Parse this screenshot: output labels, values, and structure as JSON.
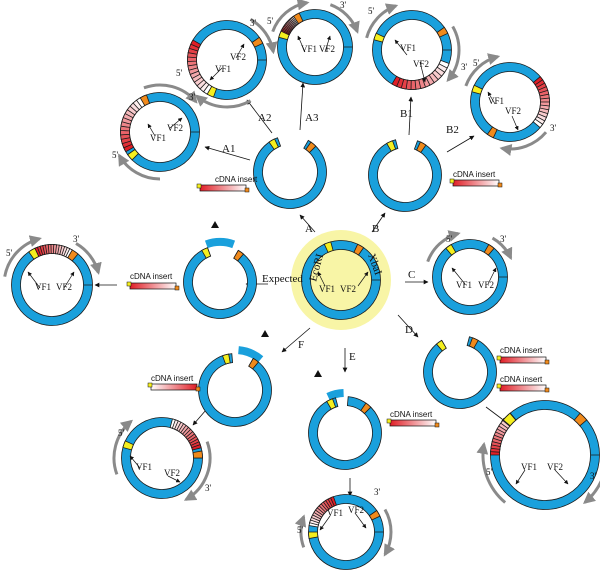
{
  "labels": {
    "vf1": "VF1",
    "vf2": "VF2",
    "five_prime": "5'",
    "three_prime": "3'",
    "cdna_insert": "cDNA insert",
    "ecori": "EcoRI",
    "xbai": "XbaI"
  },
  "branches": {
    "a": "A",
    "a1": "A1",
    "a2": "A2",
    "a3": "A3",
    "b": "B",
    "b1": "B1",
    "b2": "B2",
    "c": "C",
    "d": "D",
    "e": "E",
    "f": "F",
    "expected": "Expected"
  },
  "colors": {
    "plasmid": "#1aa0dc",
    "plasmid_edge": "#1a1a1a",
    "insert_red": "#e01e26",
    "insert_white": "#ffffff",
    "ecori_site": "#f5ef1f",
    "xbai_site": "#f08a1c",
    "highlight": "#f8f5a6",
    "read_arrow": "#8a8a8a"
  }
}
